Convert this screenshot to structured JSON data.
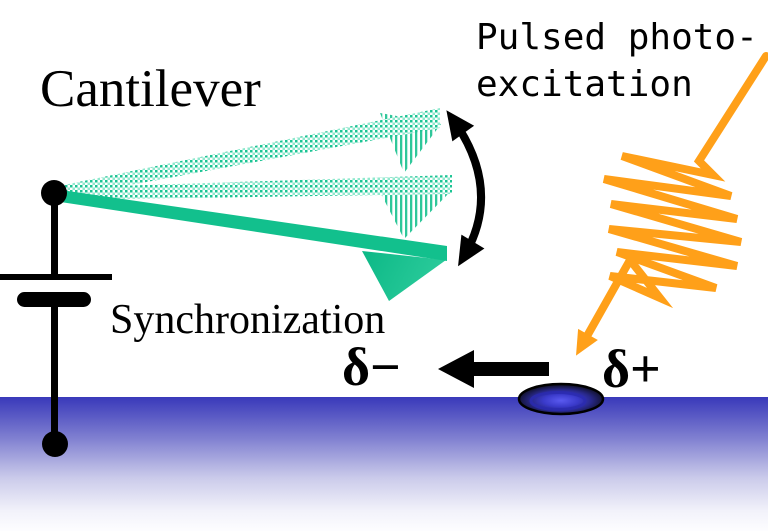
{
  "labels": {
    "cantilever": "Cantilever",
    "pulsed_photoexcitation_line1": "Pulsed photo-",
    "pulsed_photoexcitation_line2": "excitation",
    "synchronization": "Synchronization",
    "delta_minus": "δ−",
    "delta_plus": "δ+"
  },
  "colors": {
    "cantilever_teal": "#12C08D",
    "ghost_pattern_teal": "#1CC494",
    "pulse_orange": "#FFA019",
    "surface_blue_top": "#3939BA",
    "ink": "#000000"
  },
  "icons": {
    "oscillation_arrow": "curved-double-headed-arrow",
    "charge_transfer_arrow": "left-arrow",
    "laser_pulse": "zigzag-pulse-arrow",
    "bias_source": "battery-symbol"
  }
}
